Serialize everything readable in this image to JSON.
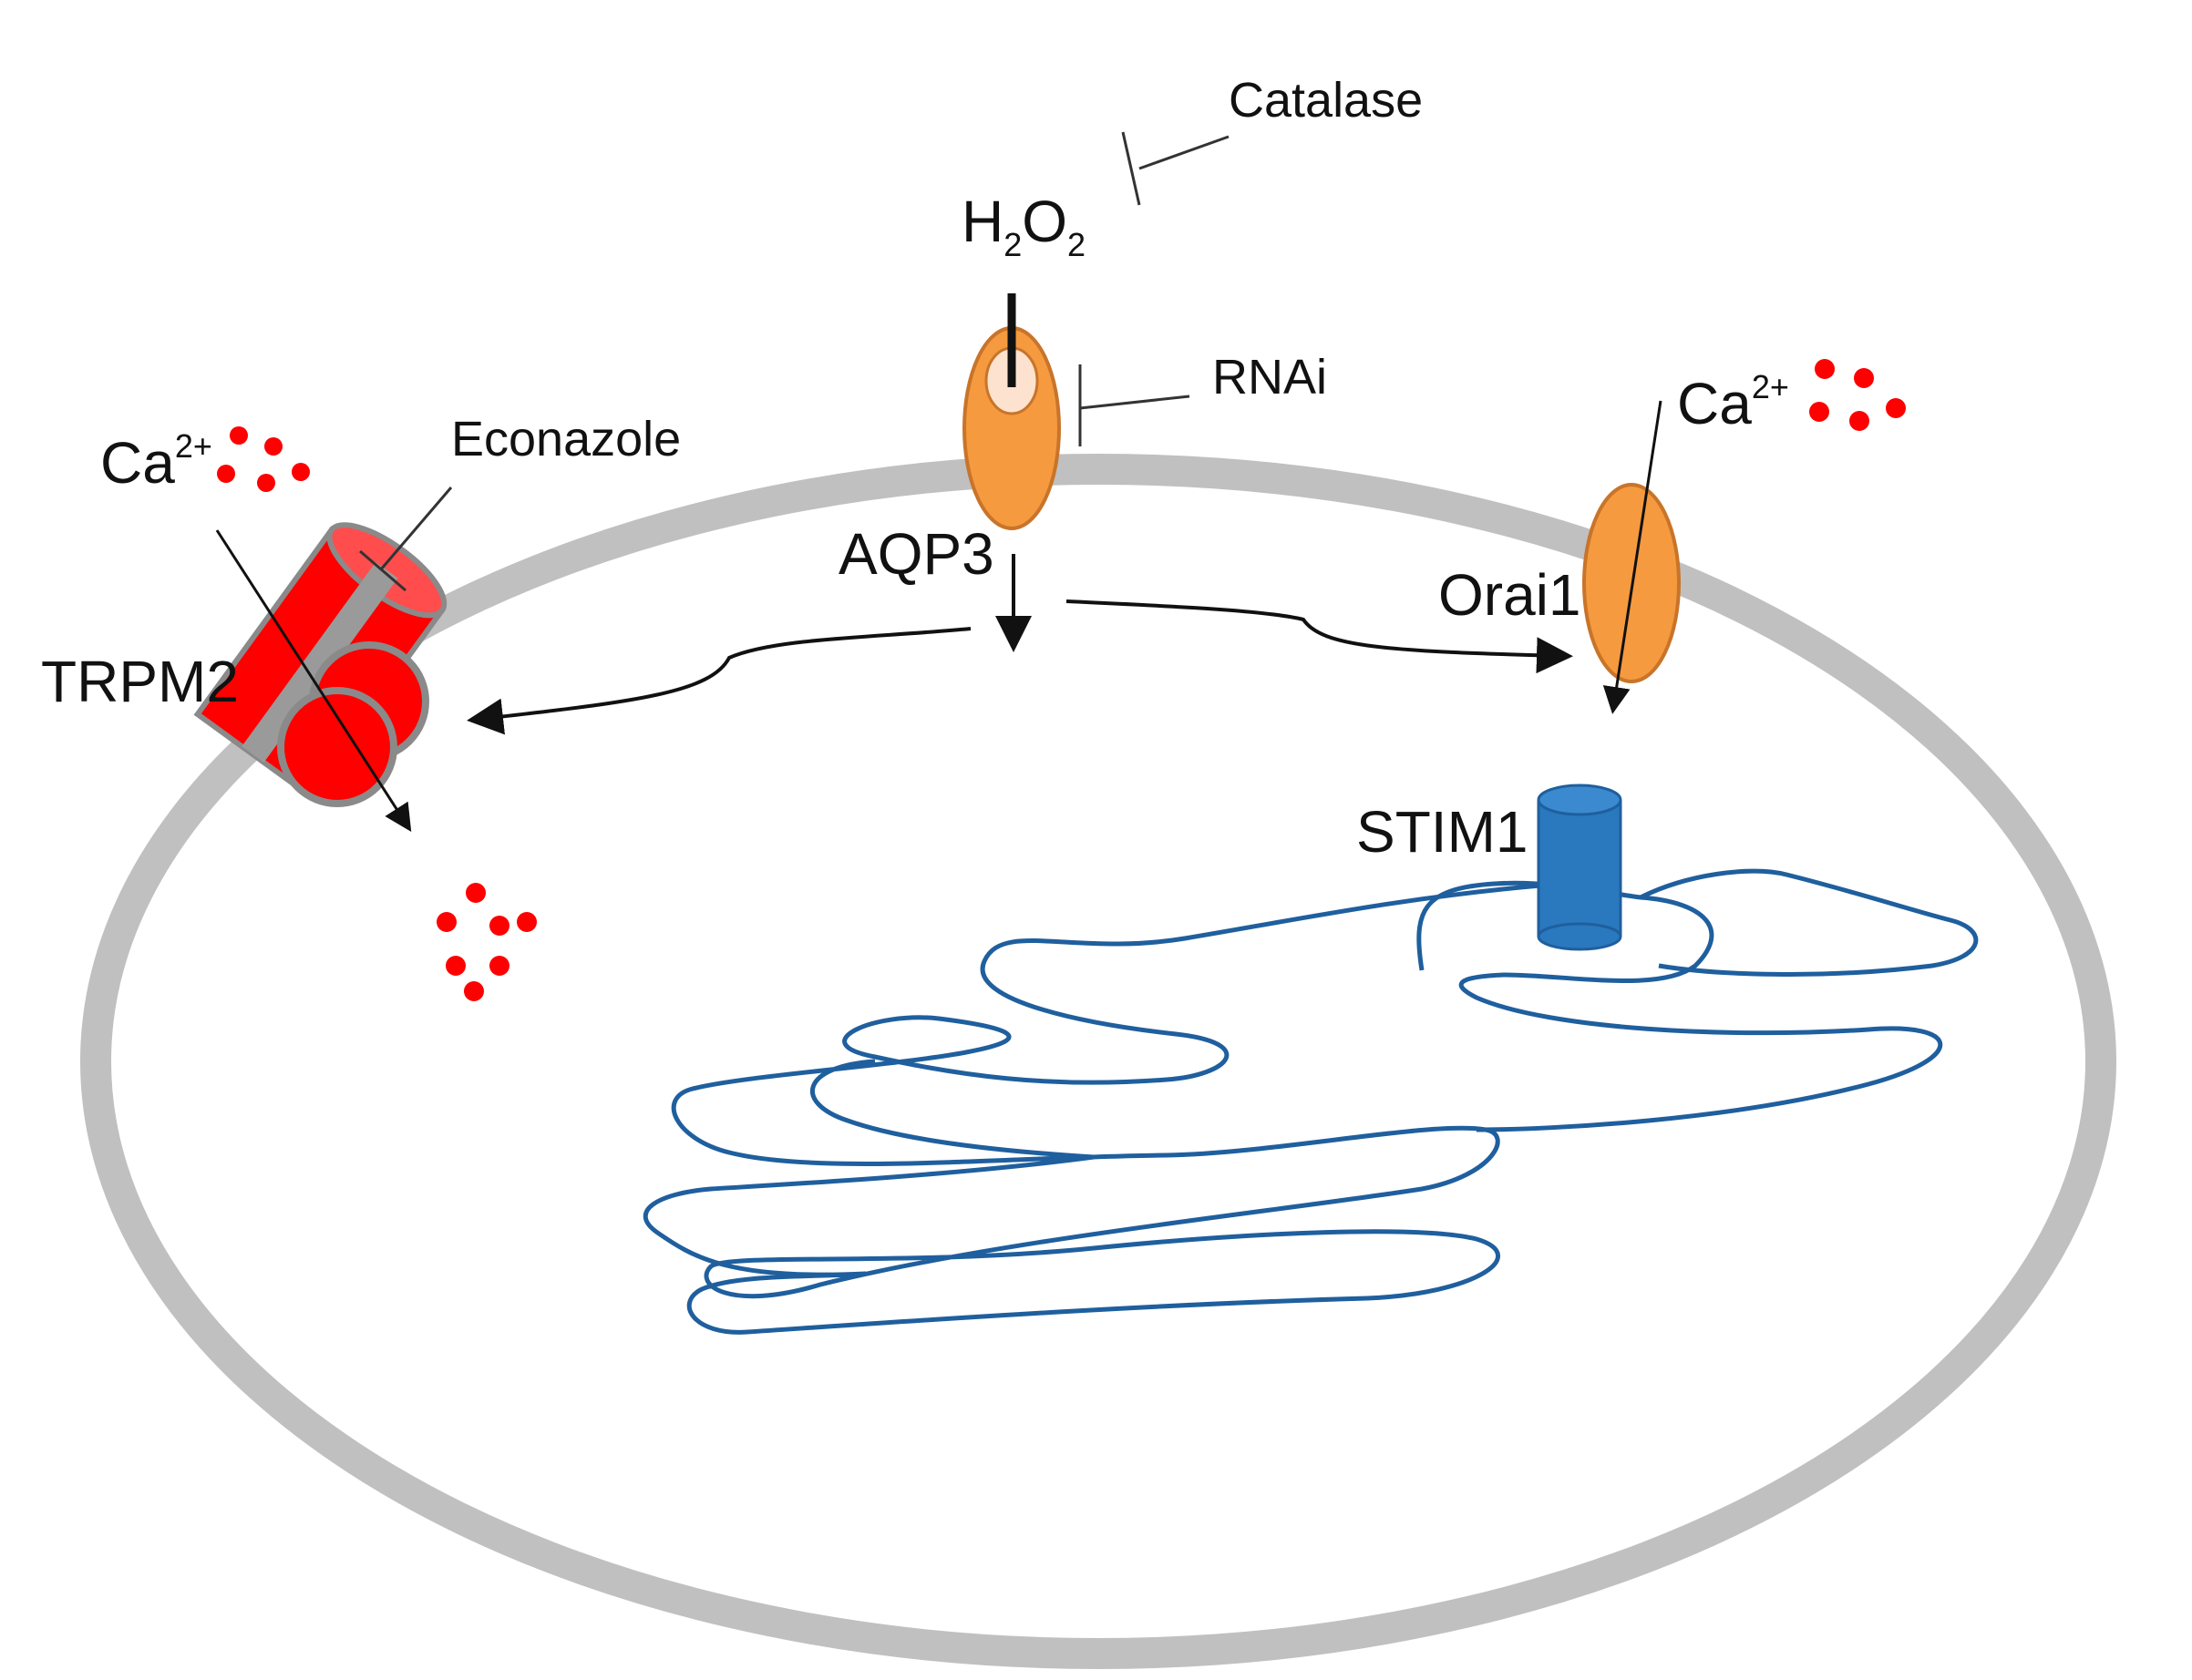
{
  "labels": {
    "catalase": "Catalase",
    "h2o2": {
      "h": "H",
      "sub1": "2",
      "o": "O",
      "sub2": "2"
    },
    "rnai": "RNAi",
    "econazole": "Econazole",
    "aqp3": "AQP3",
    "orai1": "Orai1",
    "trpm2": "TRPM2",
    "stim1": "STIM1",
    "ca_left": {
      "base": "Ca",
      "sup": "2+"
    },
    "ca_right": {
      "base": "Ca",
      "sup": "2+"
    }
  },
  "colors": {
    "membrane": "#c0c0c0",
    "channel_orange": "#f59a3f",
    "channel_orange_stroke": "#c8742a",
    "trpm2_red": "#ff0000",
    "trpm2_stroke": "#8a8a8a",
    "stim1_blue": "#2a78bd",
    "er_blue": "#1f5f9e",
    "calcium_red": "#ff0000"
  }
}
